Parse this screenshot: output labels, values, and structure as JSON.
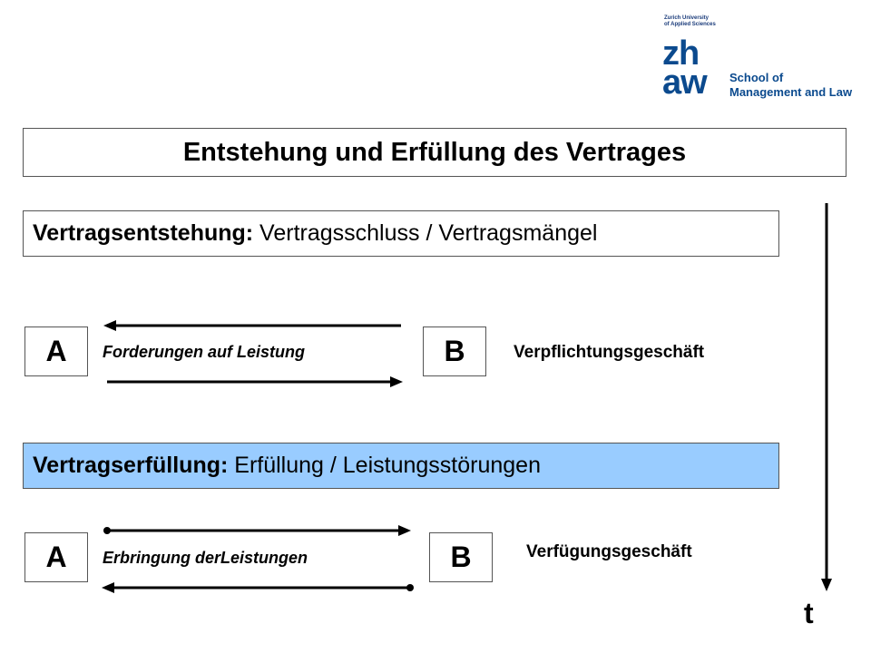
{
  "logo": {
    "tagline_line1": "Zurich University",
    "tagline_line2": "of Applied Sciences",
    "mark_top": "zh",
    "mark_bottom": "aw",
    "school_line1": "School of",
    "school_line2": "Management and Law",
    "color": "#0b4a8e"
  },
  "title": "Entstehung und Erfüllung des Vertrages",
  "section_entstehung": {
    "bold": "Vertragsentstehung:",
    "rest": " Vertragsschluss / Vertragsmängel",
    "background": "#ffffff"
  },
  "row_verpflichtung": {
    "party_left": "A",
    "party_right": "B",
    "arrow_label": "Forderungen auf Leistung",
    "kind_label": "Verpflichtungsgeschäft"
  },
  "section_erfuellung": {
    "bold": "Vertragserfüllung:",
    "rest": " Erfüllung / Leistungsstörungen",
    "background": "#99ccff"
  },
  "row_verfuegung": {
    "party_left": "A",
    "party_right": "B",
    "arrow_label": "Erbringung derLeistungen",
    "kind_label": "Verfügungsgeschäft"
  },
  "time_axis_label": "t"
}
